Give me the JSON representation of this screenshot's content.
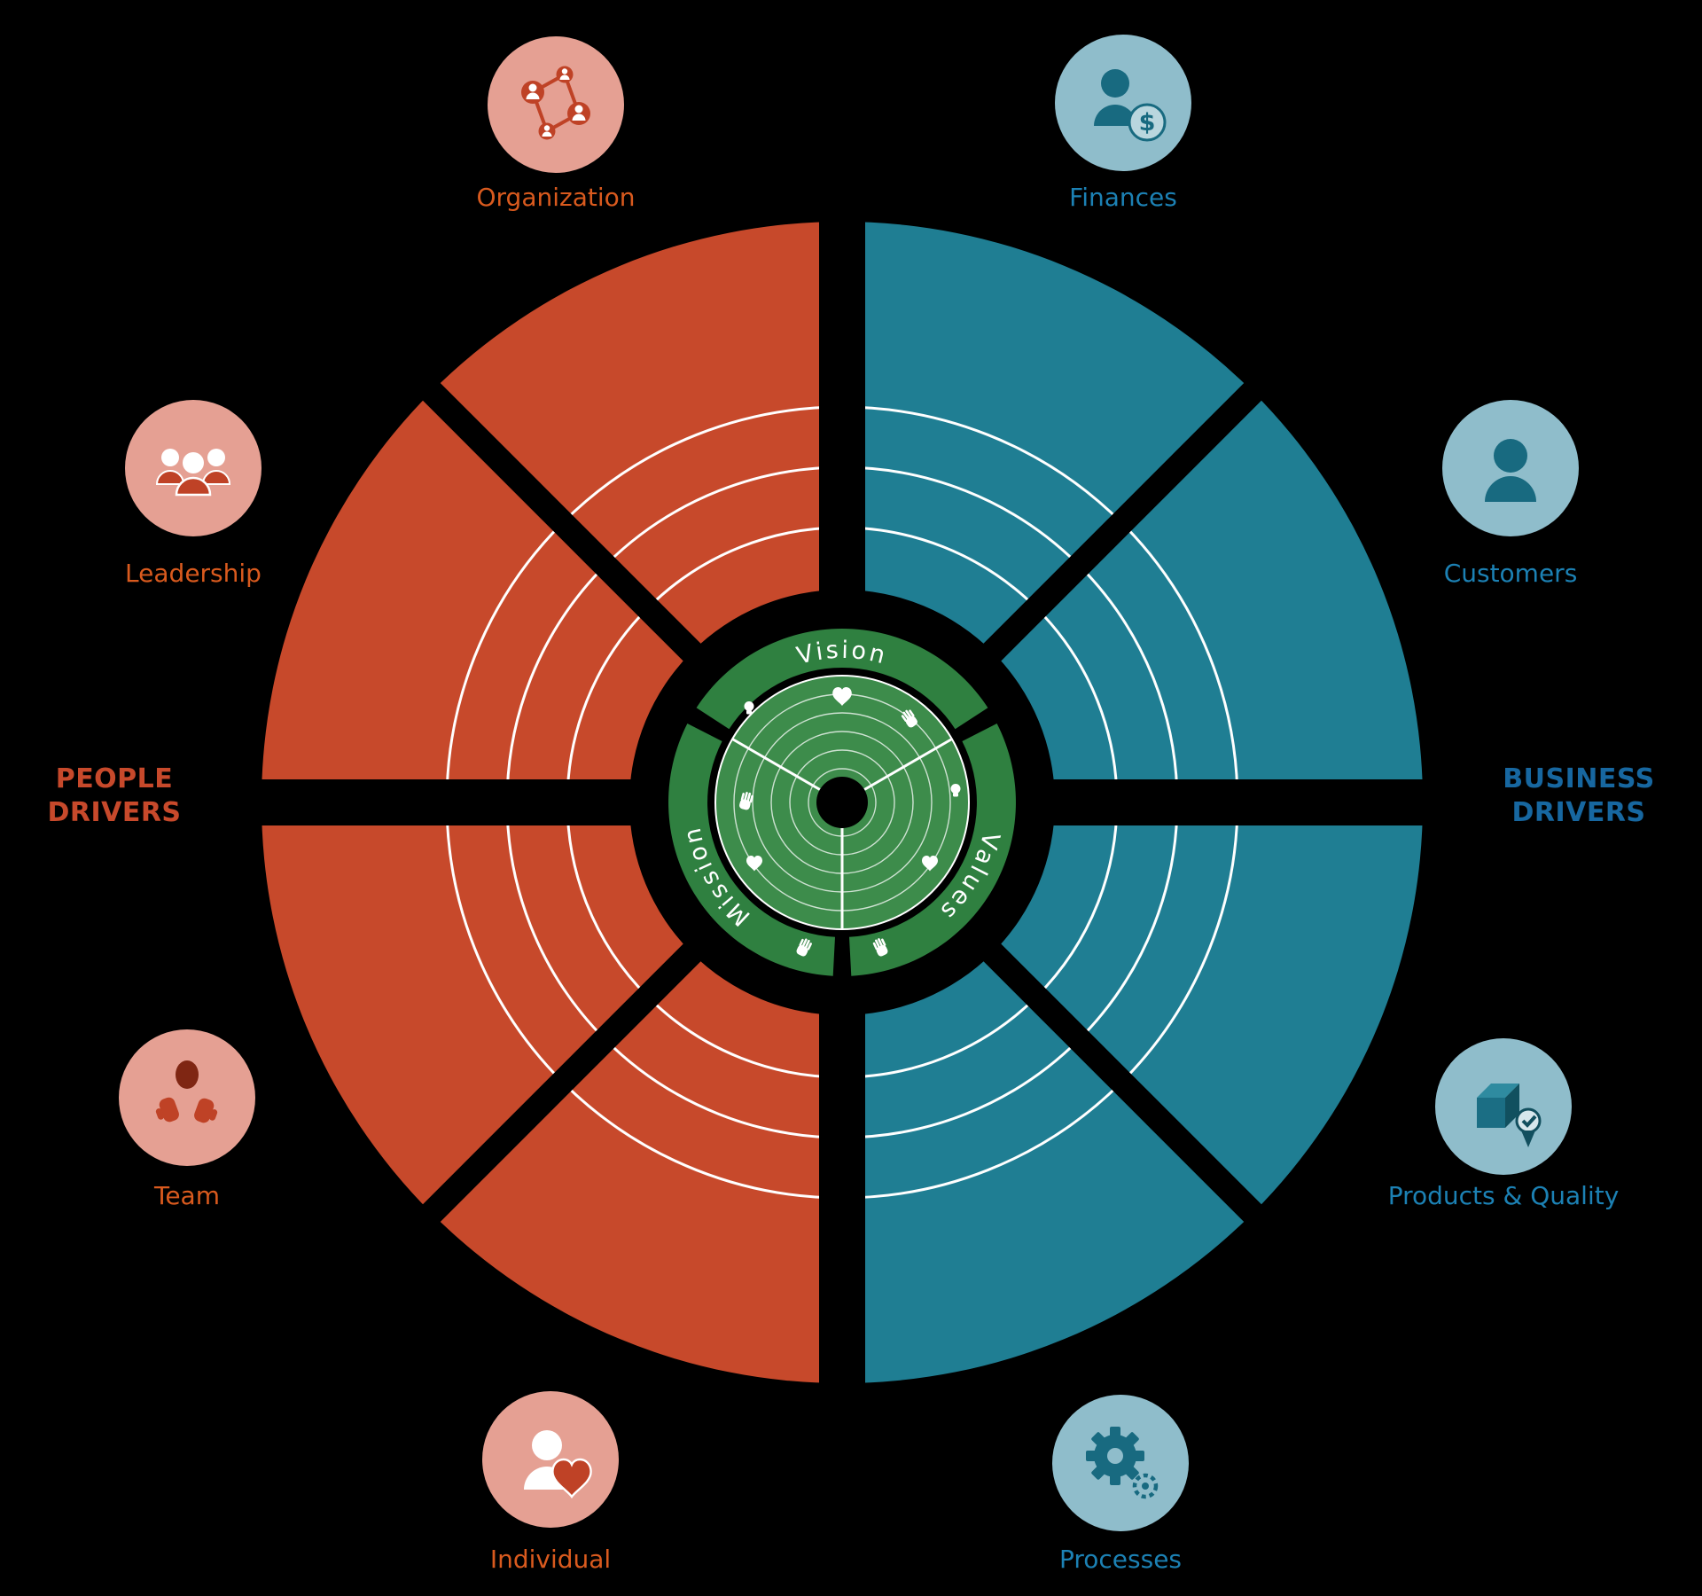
{
  "hub": {
    "vision": "Vision",
    "mission": "Mission",
    "values": "Values"
  },
  "groups": {
    "people": {
      "line1": "PEOPLE",
      "line2": "DRIVERS"
    },
    "business": {
      "line1": "BUSINESS",
      "line2": "DRIVERS"
    }
  },
  "segments": {
    "organization": "Organization",
    "finances": "Finances",
    "leadership": "Leadership",
    "customers": "Customers",
    "team": "Team",
    "products": "Products & Quality",
    "individual": "Individual",
    "processes": "Processes"
  },
  "icons": {
    "finances_coin": "$"
  },
  "colors": {
    "background": "#000000",
    "people_segment": "#C7492B",
    "business_segment": "#1F7E93",
    "people_label": "#D95A1E",
    "business_label": "#1C81B4",
    "people_title": "#C7492B",
    "business_title": "#1767A0",
    "people_icon_bg": "#E5A093",
    "business_icon_bg": "#8FBDCB",
    "people_icon_fg": "#BF4226",
    "business_icon_fg": "#186A80",
    "hub_ring": "#2F8040",
    "hub_disk": "#3D8C4B"
  }
}
